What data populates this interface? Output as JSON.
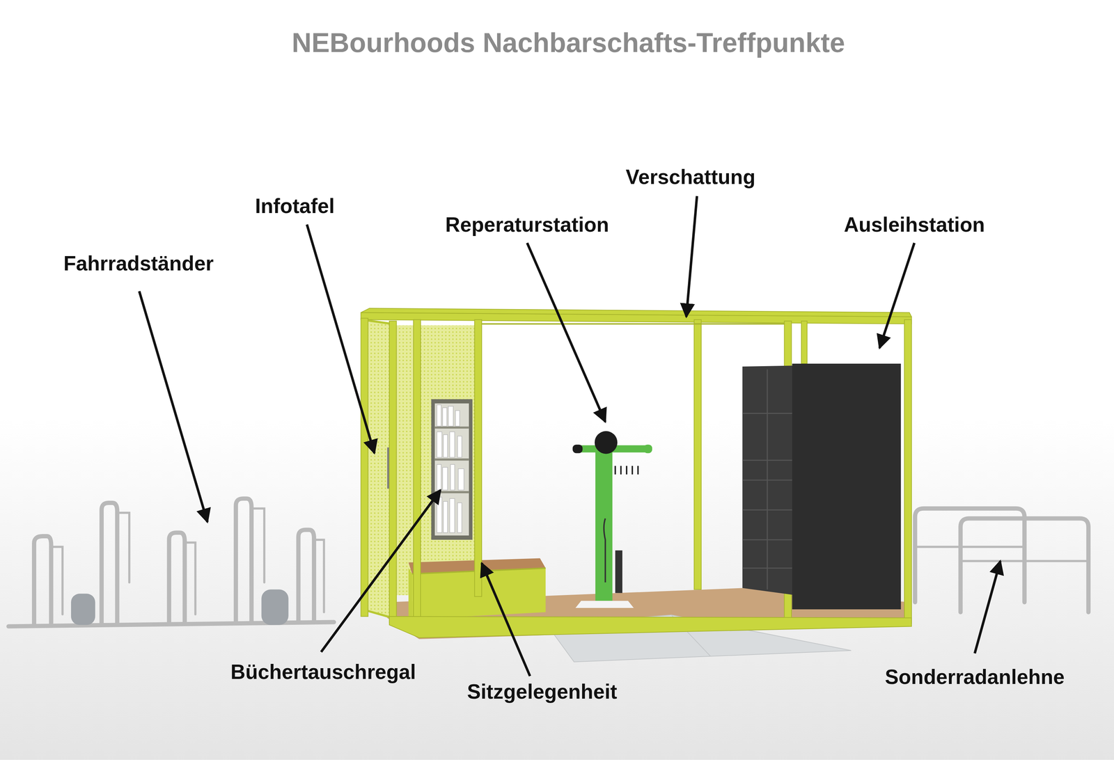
{
  "diagram": {
    "title": "NEBourhoods Nachbarschafts-Treffpunkte",
    "labels": [
      "Fahrradständer",
      "Infotafel",
      "Reperaturstation",
      "Verschattung",
      "Ausleihstation",
      "Büchertauschregal",
      "Sitzgelegenheit",
      "Sonderradanlehne"
    ]
  }
}
